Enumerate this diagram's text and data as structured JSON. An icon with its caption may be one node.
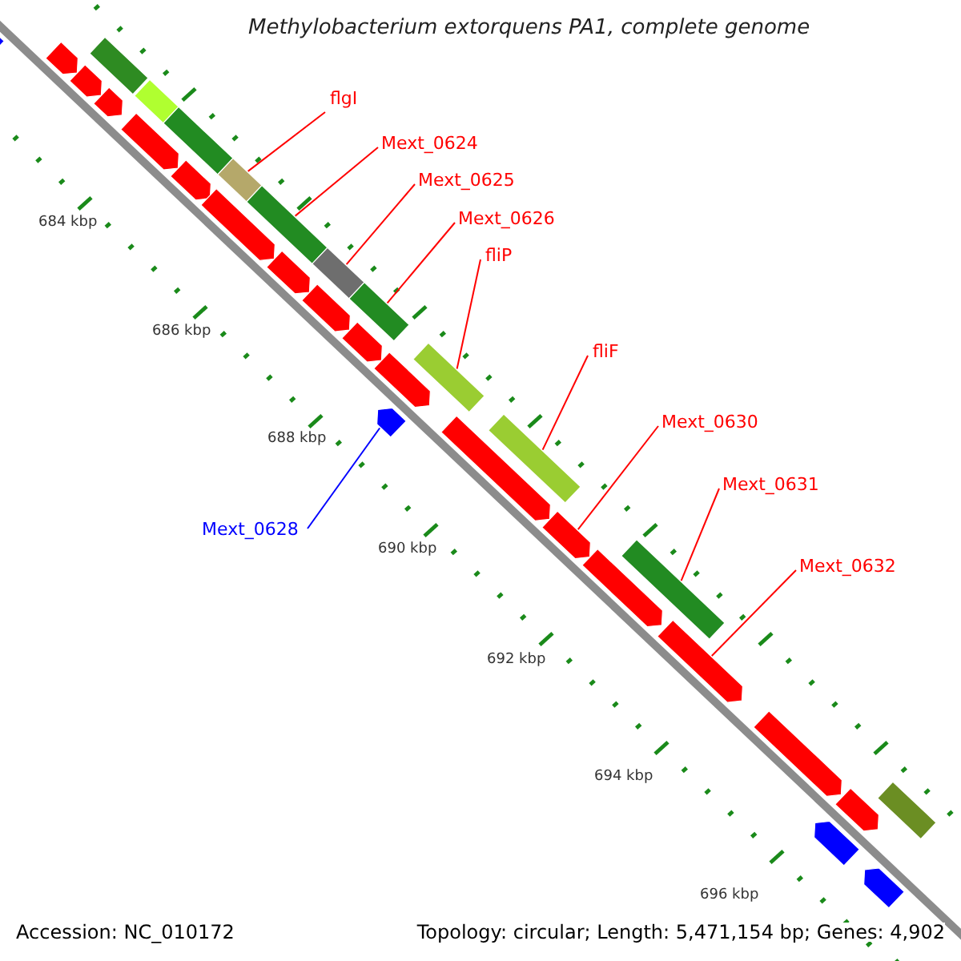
{
  "diagram": {
    "title": "Methylobacterium extorquens PA1, complete genome",
    "nodes": [
      {
        "text": [
          "flgI"
        ]
      },
      {
        "text": [
          "Mext_0624"
        ]
      },
      {
        "text": [
          "Mext_0625"
        ]
      },
      {
        "text": [
          "Mext_0626"
        ]
      },
      {
        "text": [
          "fliP"
        ]
      },
      {
        "text": [
          "fliF"
        ]
      },
      {
        "text": [
          "Mext_0630"
        ]
      },
      {
        "text": [
          "Mext_0631"
        ]
      },
      {
        "text": [
          "Mext_0628"
        ]
      },
      {
        "text": [
          "Mext_0632"
        ]
      },
      {
        "text": [],
        "shape": "arrow"
      },
      {
        "text": [],
        "shape": "arrow"
      },
      {
        "text": [],
        "shape": "bar"
      },
      {
        "text": [],
        "shape": "arrow"
      },
      {
        "text": [],
        "shape": "arrow"
      },
      {
        "text": [],
        "shape": "bar"
      },
      {
        "text": [],
        "shape": "arrow"
      },
      {
        "text": [],
        "shape": "bar"
      },
      {
        "text": [],
        "shape": "arrow"
      },
      {
        "text": [],
        "shape": "bar"
      },
      {
        "text": [],
        "shape": "arrow"
      },
      {
        "text": [],
        "shape": "bar"
      },
      {
        "text": [],
        "shape": "arrow"
      },
      {
        "text": [],
        "shape": "bar"
      },
      {
        "text": [],
        "shape": "arrow"
      },
      {
        "text": [],
        "shape": "bar"
      },
      {
        "text": [],
        "shape": "arrow"
      },
      {
        "text": [],
        "shape": "arrow"
      },
      {
        "text": [],
        "shape": "bar"
      },
      {
        "text": [],
        "shape": "arrow"
      },
      {
        "text": [],
        "shape": "arrow"
      },
      {
        "text": [],
        "shape": "bar"
      },
      {
        "text": [],
        "shape": "arrow"
      },
      {
        "text": [],
        "shape": "arrow"
      },
      {
        "text": [],
        "shape": "bar"
      },
      {
        "text": [],
        "shape": "arrow"
      },
      {
        "text": [],
        "shape": "arrow"
      },
      {
        "text": [],
        "shape": "arrow"
      },
      {
        "text": [],
        "shape": "arrow"
      },
      {
        "text": [],
        "shape": "bar"
      },
      {
        "text": [],
        "shape": "arrow"
      }
    ],
    "edges": [
      {
        "from": 0,
        "to": 19,
        "arrow": "none"
      },
      {
        "from": 1,
        "to": 21,
        "arrow": "none"
      },
      {
        "from": 2,
        "to": 23,
        "arrow": "none"
      },
      {
        "from": 3,
        "to": 25,
        "arrow": "none"
      },
      {
        "from": 4,
        "to": 28,
        "arrow": "none"
      },
      {
        "from": 5,
        "to": 31,
        "arrow": "none"
      },
      {
        "from": 6,
        "to": 32,
        "arrow": "none"
      },
      {
        "from": 7,
        "to": 34,
        "arrow": "none"
      },
      {
        "from": 8,
        "to": 29,
        "arrow": "none",
        "color": "#0000ff"
      },
      {
        "from": 9,
        "to": 35,
        "arrow": "none"
      }
    ],
    "labels": [
      "684 kbp",
      "686 kbp",
      "688 kbp",
      "690 kbp",
      "692 kbp",
      "694 kbp",
      "696 kbp",
      "Accession: NC_010172",
      "Topology: circular; Length: 5,471,154 bp; Genes: 4,902"
    ]
  }
}
